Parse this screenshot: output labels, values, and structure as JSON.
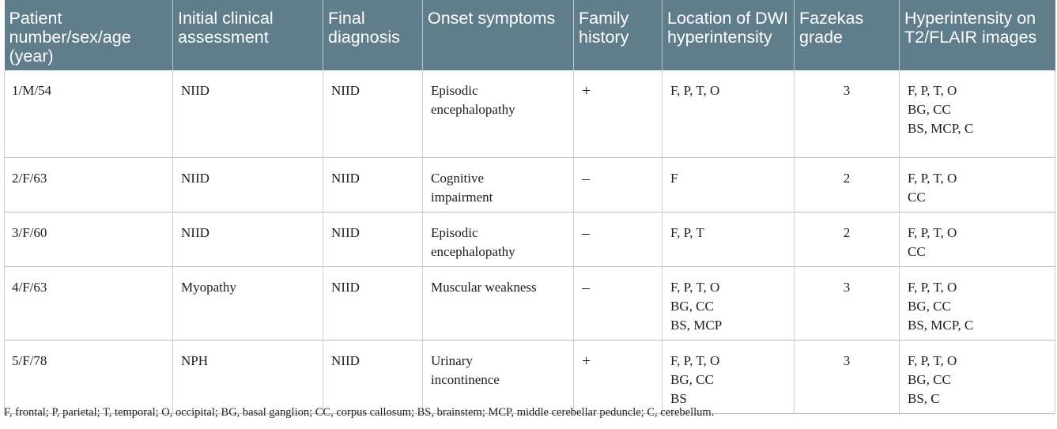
{
  "headers": [
    "Patient number/sex/age (year)",
    "Initial clinical assessment",
    "Final diagnosis",
    "Onset symptoms",
    "Family history",
    "Location of DWI hyperintensity",
    "Fazekas grade",
    "Hyperintensity on T2/FLAIR images"
  ],
  "rows": [
    {
      "patient": "1/M/54",
      "initial": "NIID",
      "final": "NIID",
      "onset": [
        "Episodic",
        "encephalopathy"
      ],
      "family": "+",
      "dwi": [
        "F, P, T, O"
      ],
      "fazekas": "3",
      "t2": [
        "F, P, T, O",
        "BG, CC",
        "BS, MCP, C"
      ]
    },
    {
      "patient": "2/F/63",
      "initial": "NIID",
      "final": "NIID",
      "onset": [
        "Cognitive",
        "impairment"
      ],
      "family": "–",
      "dwi": [
        "F"
      ],
      "fazekas": "2",
      "t2": [
        "F, P, T, O",
        "CC"
      ]
    },
    {
      "patient": "3/F/60",
      "initial": "NIID",
      "final": "NIID",
      "onset": [
        "Episodic",
        "encephalopathy"
      ],
      "family": "–",
      "dwi": [
        "F, P, T"
      ],
      "fazekas": "2",
      "t2": [
        "F, P, T, O",
        "CC"
      ]
    },
    {
      "patient": "4/F/63",
      "initial": "Myopathy",
      "final": "NIID",
      "onset": [
        "Muscular weakness"
      ],
      "family": "–",
      "dwi": [
        "F, P, T, O",
        "BG, CC",
        "BS, MCP"
      ],
      "fazekas": "3",
      "t2": [
        "F, P, T, O",
        "BG, CC",
        "BS, MCP, C"
      ]
    },
    {
      "patient": "5/F/78",
      "initial": "NPH",
      "final": "NIID",
      "onset": [
        "Urinary",
        "incontinence"
      ],
      "family": "+",
      "dwi": [
        "F, P, T, O",
        "BG, CC",
        "BS"
      ],
      "fazekas": "3",
      "t2": [
        "F, P, T, O",
        "BG, CC",
        "BS, C"
      ]
    }
  ],
  "footnote": "F, frontal; P, parietal; T, temporal; O, occipital; BG, basal ganglion; CC, corpus callosum; BS, brainstem; MCP, middle cerebellar peduncle; C, cerebellum.",
  "colors": {
    "header_bg": "#607d8b",
    "header_text": "#ffffff"
  }
}
